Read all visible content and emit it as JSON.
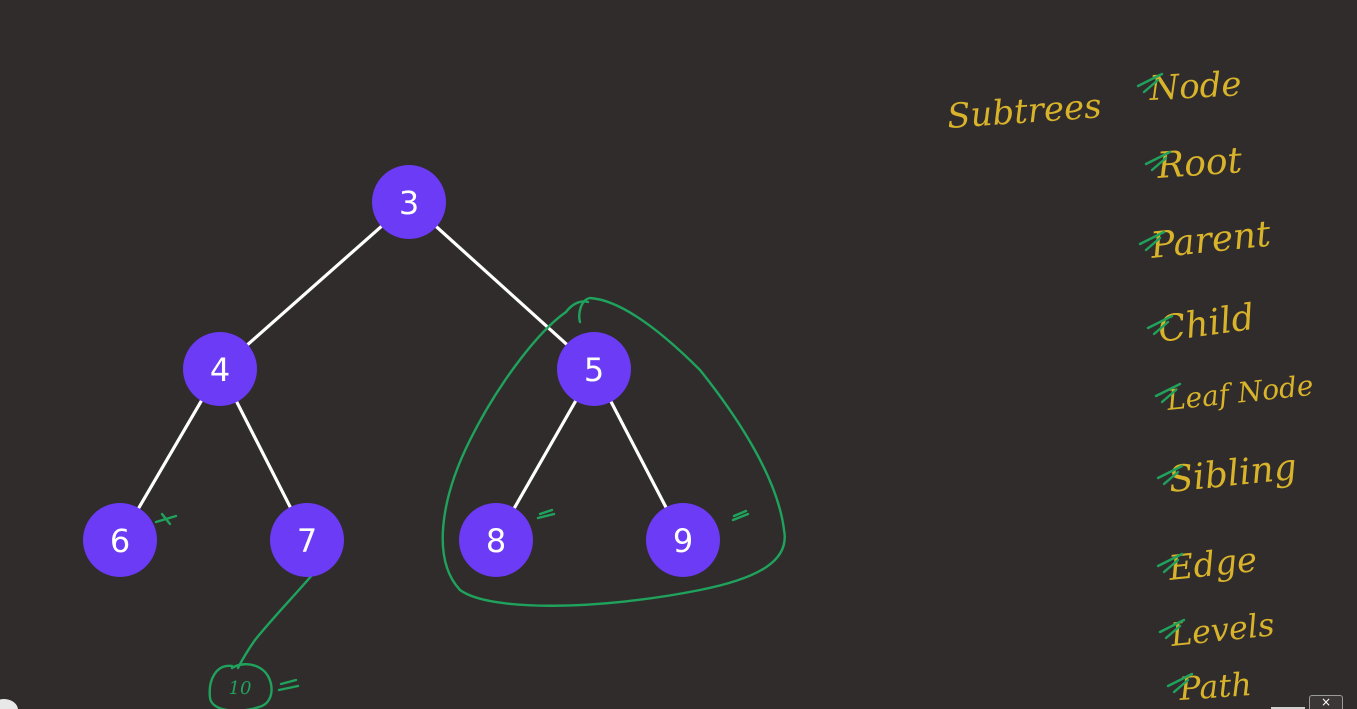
{
  "tree": {
    "nodes": [
      {
        "id": "n3",
        "label": "3"
      },
      {
        "id": "n4",
        "label": "4"
      },
      {
        "id": "n5",
        "label": "5"
      },
      {
        "id": "n6",
        "label": "6"
      },
      {
        "id": "n7",
        "label": "7"
      },
      {
        "id": "n8",
        "label": "8"
      },
      {
        "id": "n9",
        "label": "9"
      }
    ],
    "edges": [
      {
        "from": "n3",
        "to": "n4"
      },
      {
        "from": "n3",
        "to": "n5"
      },
      {
        "from": "n4",
        "to": "n6"
      },
      {
        "from": "n4",
        "to": "n7"
      },
      {
        "from": "n5",
        "to": "n8"
      },
      {
        "from": "n5",
        "to": "n9"
      }
    ],
    "node_color": "#6c3bf5",
    "edge_color": "#ffffff"
  },
  "annotations": {
    "added_node_label": "10",
    "ink_green": "#1fa35c",
    "ink_yellow": "#d9b42a"
  },
  "notes": {
    "heading": "Subtrees",
    "terms": [
      "Node",
      "Root",
      "Parent",
      "Child",
      "Leaf Node",
      "Sibling",
      "Edge",
      "Levels",
      "Path"
    ]
  },
  "player": {
    "close_label": "×"
  }
}
